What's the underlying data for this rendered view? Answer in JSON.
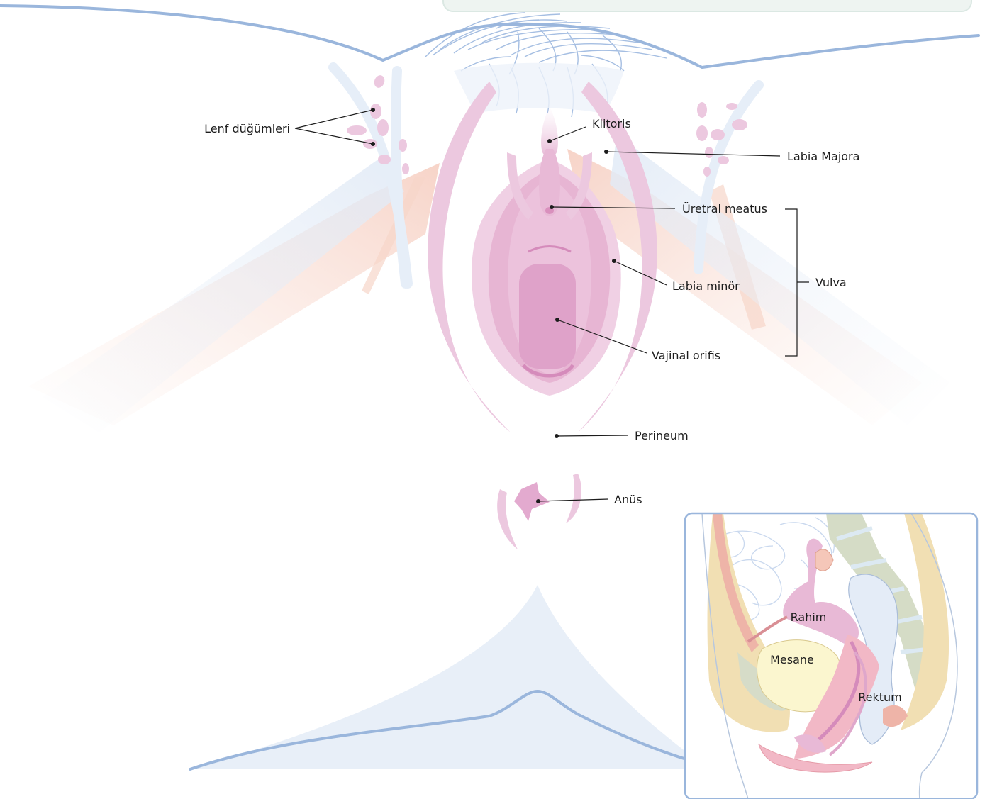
{
  "labels": {
    "lymph_nodes": "Lenf düğümleri",
    "clitoris": "Klitoris",
    "labia_majora": "Labia Majora",
    "urethral_meatus": "Üretral meatus",
    "labia_minora": "Labia minör",
    "vulva": "Vulva",
    "vaginal_orifice": "Vajinal orifis",
    "perineum": "Perineum",
    "anus": "Anüs"
  },
  "inset": {
    "uterus": "Rahim",
    "bladder": "Mesane",
    "rectum": "Rektum"
  },
  "colors": {
    "outline_blue": "#9ab6dc",
    "pale_blue": "#e8eff8",
    "pink_light": "#ecc8df",
    "pink_mid": "#dfa7cb",
    "pink_dark": "#d58bbb",
    "peach": "#f6d9cc",
    "bladder_yellow": "#fbf6cf",
    "rectum_blue": "#e4ecf7",
    "bone_tan": "#f1dfb3",
    "spine_gray": "#d5dcc6"
  }
}
